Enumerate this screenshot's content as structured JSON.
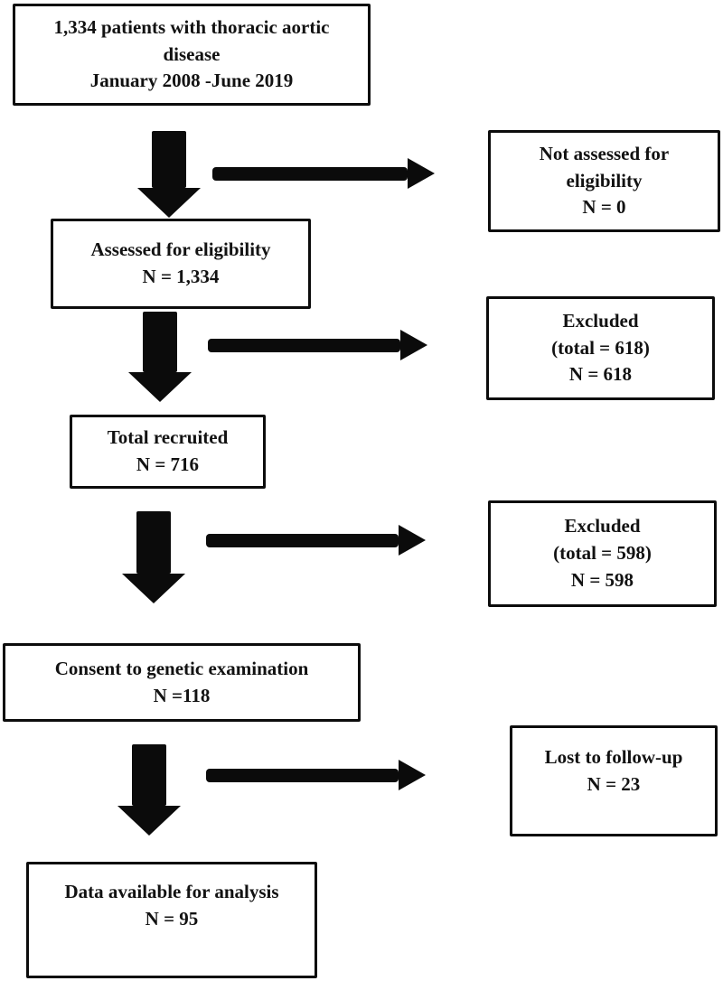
{
  "diagram": {
    "type": "patient-flowchart",
    "colors": {
      "box_border": "#0c0c0c",
      "box_background": "#ffffff",
      "arrow": "#0b0b0b",
      "text": "#121212",
      "page_background": "#ffffff"
    },
    "nodes": {
      "initial": {
        "line1": "1,334 patients with thoracic aortic disease",
        "line2": "January 2008 -June 2019"
      },
      "not_assessed": {
        "line1": "Not assessed for eligibility",
        "line2": "N = 0"
      },
      "assessed": {
        "line1": "Assessed for eligibility",
        "line2": "N = 1,334"
      },
      "excluded_1": {
        "line1": "Excluded",
        "line2": "(total = 618)",
        "line3": "N = 618"
      },
      "total_recruited": {
        "line1": "Total recruited",
        "line2": "N = 716"
      },
      "excluded_2": {
        "line1": "Excluded",
        "line2": "(total = 598)",
        "line3": "N = 598"
      },
      "consent": {
        "line1": "Consent to genetic examination",
        "line2": "N =118"
      },
      "lost_followup": {
        "line1": "Lost to follow-up",
        "line2": "N = 23"
      },
      "data_available": {
        "line1": "Data available for analysis",
        "line2": "N = 95"
      }
    },
    "edges": [
      {
        "from": "initial",
        "to": "assessed",
        "direction": "down"
      },
      {
        "from": "initial",
        "to": "not_assessed",
        "direction": "right"
      },
      {
        "from": "assessed",
        "to": "excluded_1",
        "direction": "right"
      },
      {
        "from": "assessed",
        "to": "total_recruited",
        "direction": "down"
      },
      {
        "from": "total_recruited",
        "to": "excluded_2",
        "direction": "right"
      },
      {
        "from": "total_recruited",
        "to": "consent",
        "direction": "down"
      },
      {
        "from": "consent",
        "to": "lost_followup",
        "direction": "right"
      },
      {
        "from": "consent",
        "to": "data_available",
        "direction": "down"
      }
    ]
  }
}
